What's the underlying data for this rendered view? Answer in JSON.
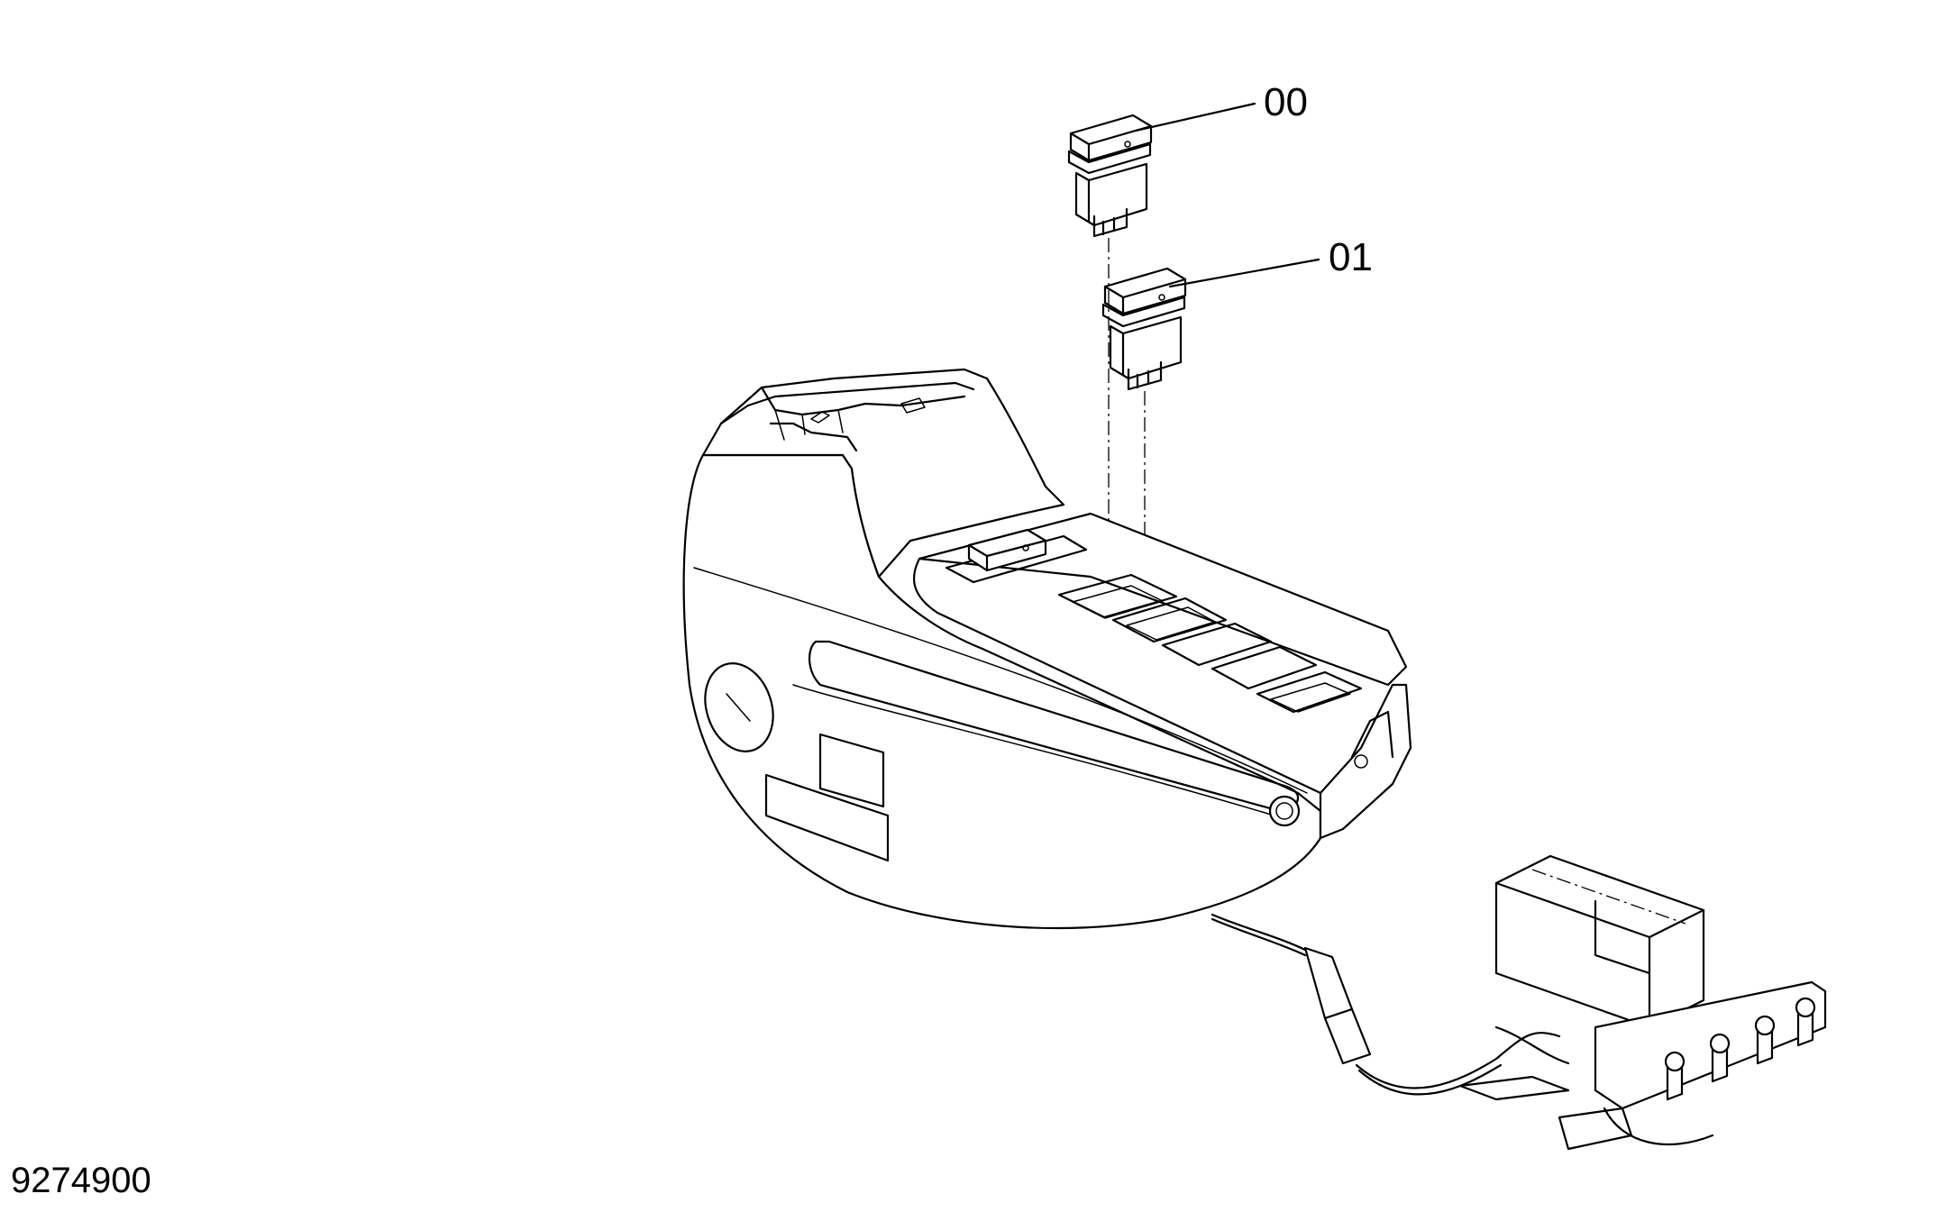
{
  "callouts": [
    {
      "label": "00"
    },
    {
      "label": "01"
    }
  ],
  "drawing_id": "9274900",
  "parts": {
    "switch_a": {
      "icon": "rocker-switch-icon"
    },
    "switch_b": {
      "icon": "rocker-switch-icon"
    },
    "console": {
      "icon": "armrest-console-icon"
    },
    "harness": {
      "icon": "wire-harness-icon"
    },
    "relay_block": {
      "icon": "relay-block-icon"
    }
  }
}
